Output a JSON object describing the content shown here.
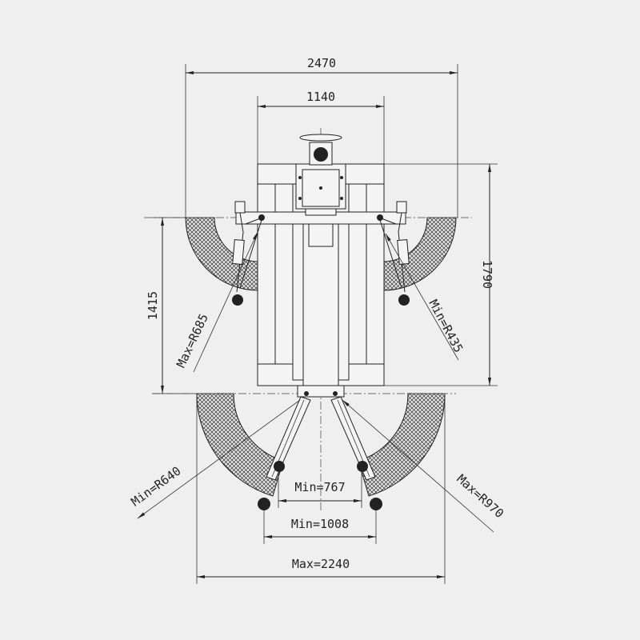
{
  "dimensions": {
    "overall_width": "2470",
    "column_width": "1140",
    "height_total": "1790",
    "height_arm": "1415",
    "upper_left_radius": "Max=R685",
    "upper_right_radius": "Min=R435",
    "lower_left_radius": "Min=R640",
    "lower_right_radius": "Max=R970",
    "min_inner": "Min=767",
    "min_outer": "Min=1008",
    "max_span": "Max=2240"
  },
  "colors": {
    "background": "#efefef",
    "line": "#222222"
  }
}
